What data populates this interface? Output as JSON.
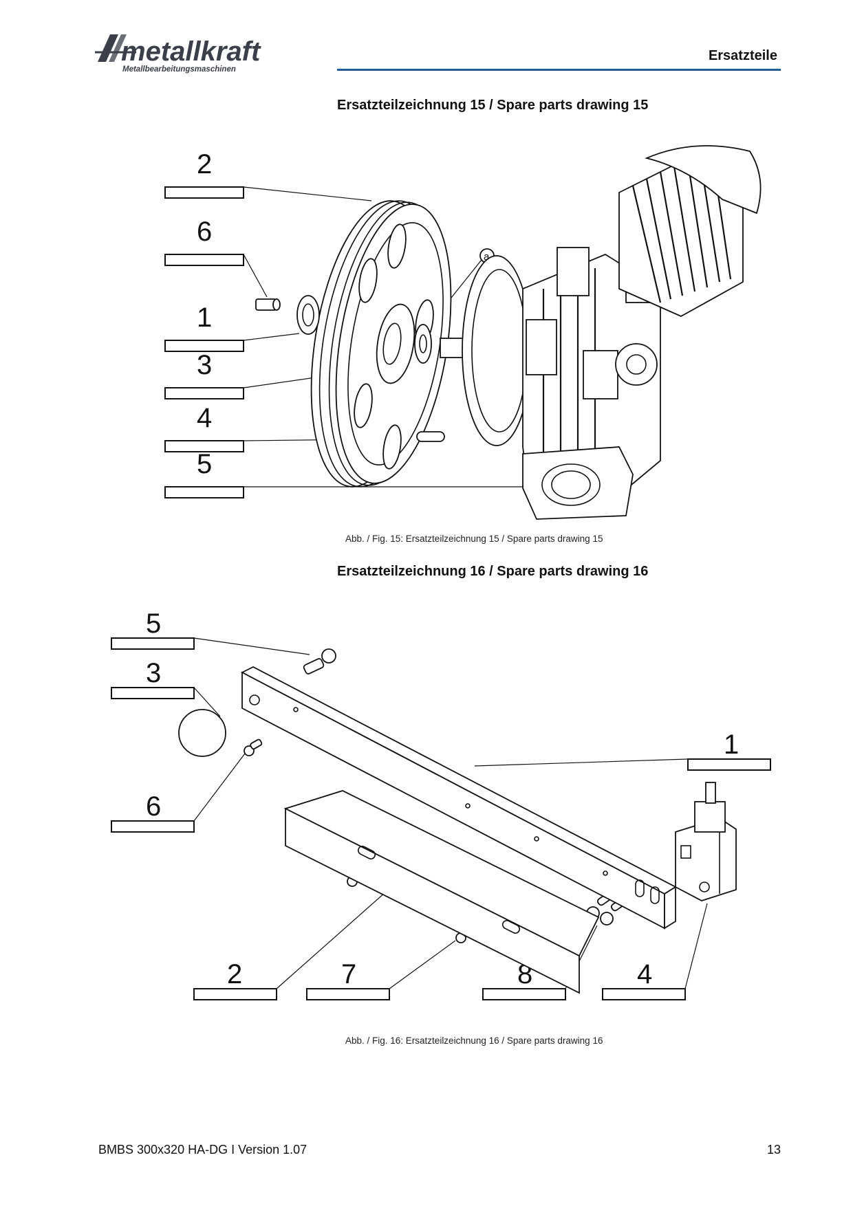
{
  "header": {
    "brand": "metallkraft",
    "brand_tagline": "Metallbearbeitungsmaschinen",
    "section": "Ersatzteile"
  },
  "drawings": [
    {
      "title": "Ersatzteilzeichnung 15 / Spare parts drawing 15",
      "caption": "Abb. / Fig. 15: Ersatzteilzeichnung 15 / Spare parts drawing 15",
      "parts": [
        "2",
        "6",
        "1",
        "3",
        "4",
        "5"
      ],
      "detail_marker": "a"
    },
    {
      "title": "Ersatzteilzeichnung 16 / Spare parts drawing 16",
      "caption": "Abb. / Fig. 16: Ersatzteilzeichnung 16 / Spare parts drawing 16",
      "parts": [
        "5",
        "3",
        "6",
        "1",
        "2",
        "7",
        "8",
        "4"
      ]
    }
  ],
  "footer": {
    "model": "BMBS 300x320 HA-DG I Version 1.07",
    "page": "13"
  },
  "colors": {
    "accent_rule": "#1f5c9e",
    "logo_dark": "#3a3f4a"
  }
}
